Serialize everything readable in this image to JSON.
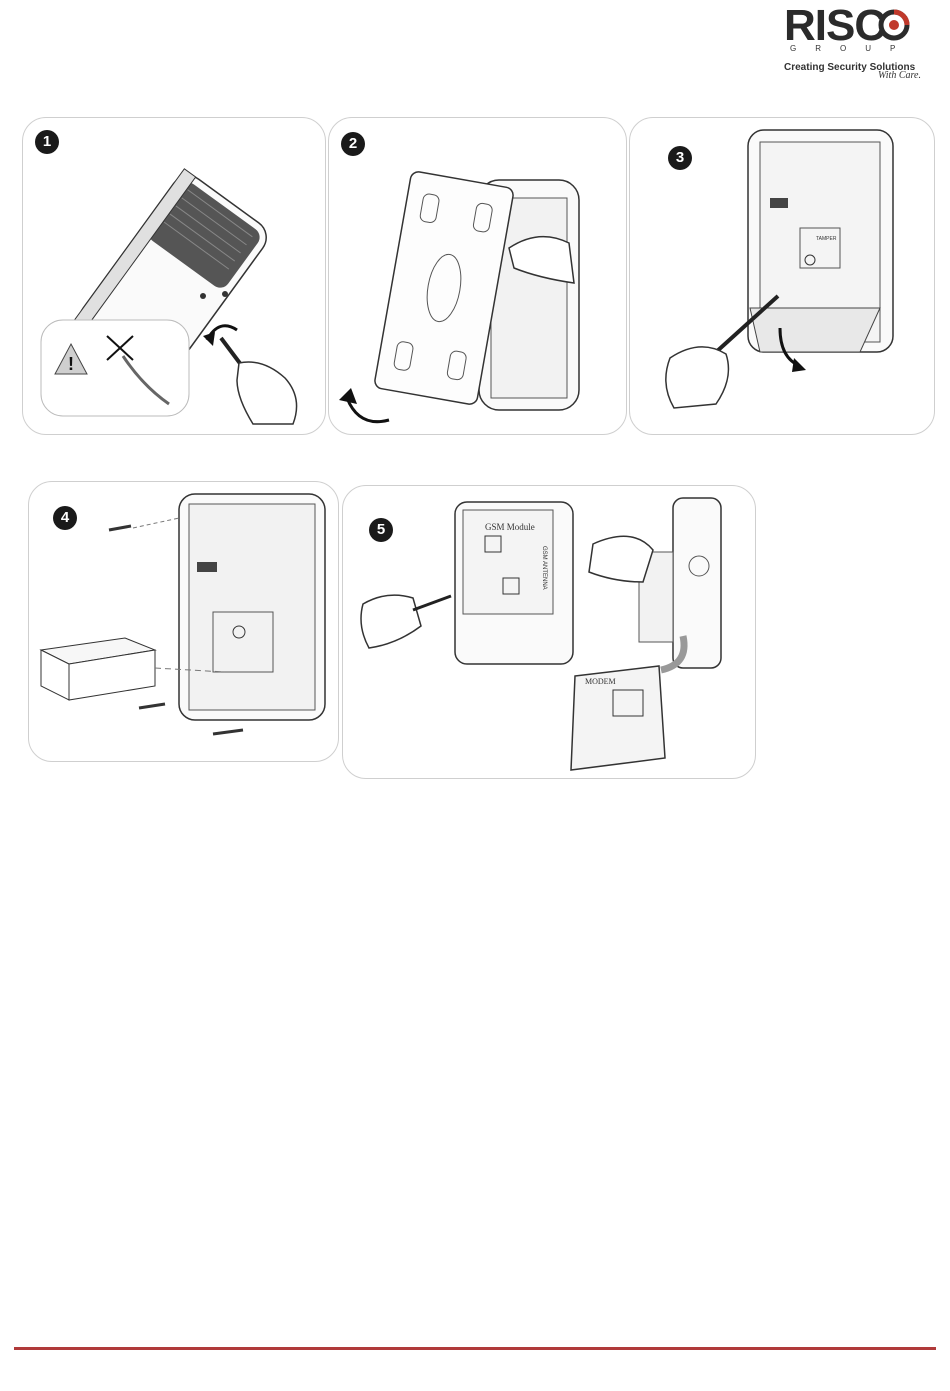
{
  "brand": {
    "name": "RISC",
    "group": "GROUP",
    "tagline": "Creating Security Solutions",
    "script": "With Care.",
    "accent_color": "#c0392b"
  },
  "steps": [
    {
      "number": "1"
    },
    {
      "number": "2"
    },
    {
      "number": "3"
    },
    {
      "number": "4"
    },
    {
      "number": "5"
    }
  ],
  "labels": {
    "tamper": "TAMPER",
    "gsm_module": "GSM Module",
    "gsm_antenna": "GSM ANTENNA",
    "modem": "MODEM"
  },
  "footer": {
    "rule_color": "#b03a3a"
  }
}
